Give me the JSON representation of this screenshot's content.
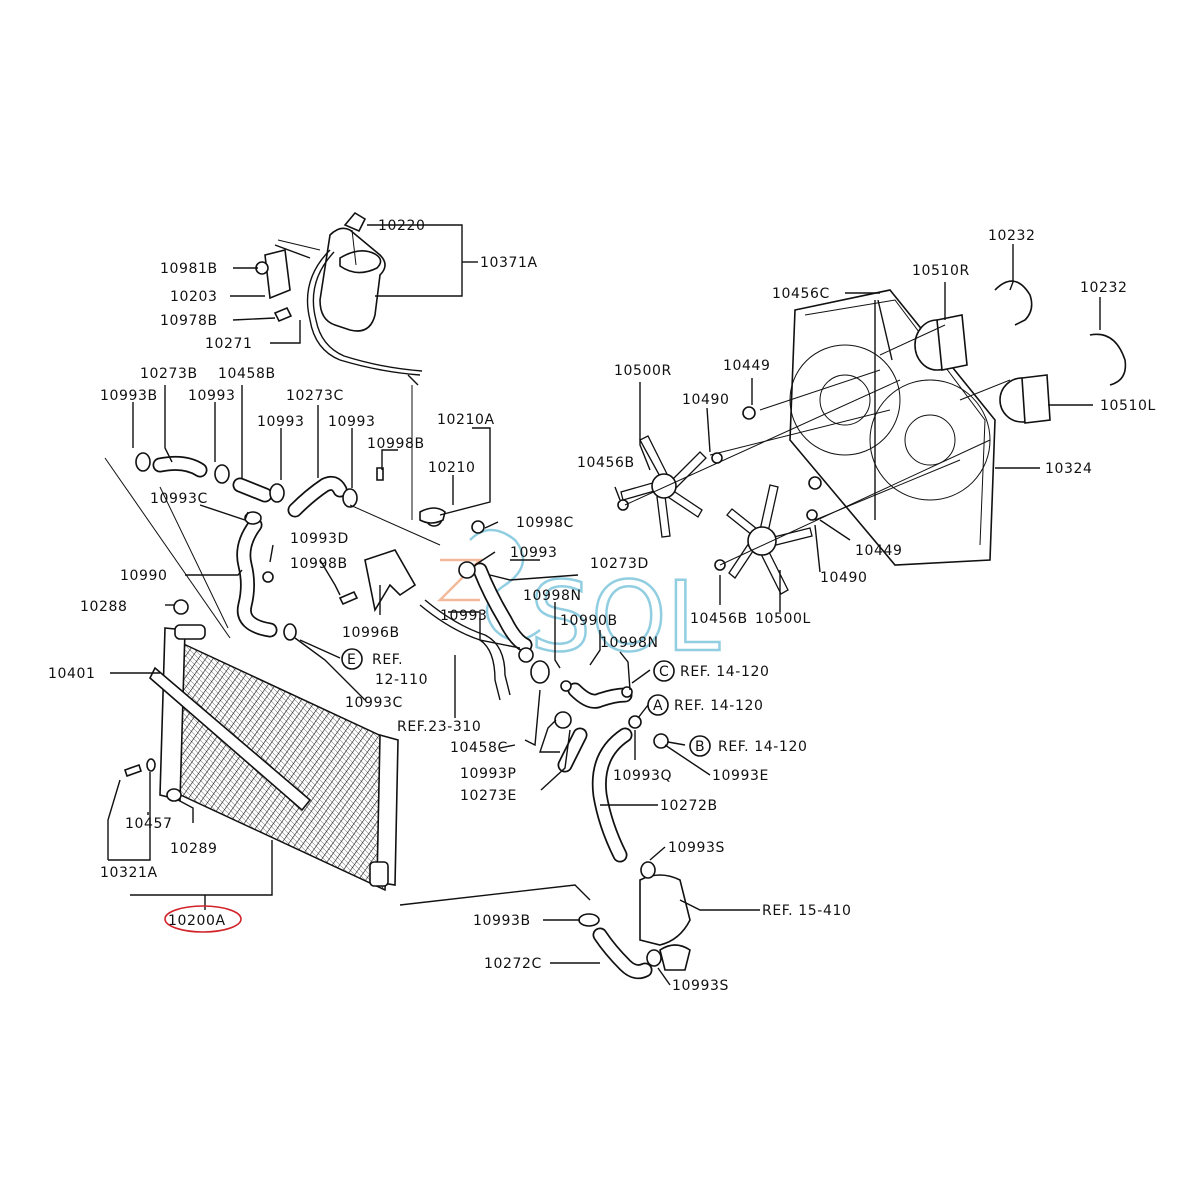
{
  "watermark": {
    "text": "SOL",
    "colors": [
      "#3aa7c9",
      "#e8834a",
      "#9bd0e2"
    ]
  },
  "highlight": {
    "part": "10200A",
    "color": "#d2232a"
  },
  "labels": {
    "l10220": "10220",
    "l10371A": "10371A",
    "l10981B": "10981B",
    "l10203": "10203",
    "l10978B": "10978B",
    "l10271": "10271",
    "l10273B": "10273B",
    "l10458B": "10458B",
    "l10993B_a": "10993B",
    "l10993_a": "10993",
    "l10273C": "10273C",
    "l10993_b": "10993",
    "l10993_c": "10993",
    "l10998B_a": "10998B",
    "l10210A": "10210A",
    "l10210": "10210",
    "l10993C_a": "10993C",
    "l10998C": "10998C",
    "l10993D": "10993D",
    "l10993_d": "10993",
    "l10998B_b": "10998B",
    "l10273D": "10273D",
    "l10990": "10990",
    "l10288": "10288",
    "l10998N_a": "10998N",
    "l10993_e": "10993",
    "l10990B": "10990B",
    "l10996B": "10996B",
    "l10998N_b": "10998N",
    "l10401": "10401",
    "refE": "REF.",
    "refE2": "12-110",
    "l10993C_b": "10993C",
    "refC": "REF. 14-120",
    "refA": "REF. 14-120",
    "ref23": "REF.23-310",
    "l10458C": "10458C",
    "refB": "REF. 14-120",
    "l10993P": "10993P",
    "l10993Q": "10993Q",
    "l10993E": "10993E",
    "l10273E": "10273E",
    "l10272B": "10272B",
    "l10457": "10457",
    "l10289": "10289",
    "l10321A": "10321A",
    "l10200A": "10200A",
    "l10993S_a": "10993S",
    "ref15": "REF. 15-410",
    "l10993B_b": "10993B",
    "l10272C": "10272C",
    "l10993S_b": "10993S",
    "l10232_a": "10232",
    "l10510R": "10510R",
    "l10232_b": "10232",
    "l10456C": "10456C",
    "l10500R": "10500R",
    "l10449_a": "10449",
    "l10510L": "10510L",
    "l10490_a": "10490",
    "l10456B_a": "10456B",
    "l10324": "10324",
    "l10449_b": "10449",
    "l10490_b": "10490",
    "l10456B_b": "10456B",
    "l10500L": "10500L",
    "circE": "E",
    "circC": "C",
    "circA": "A",
    "circB": "B"
  }
}
